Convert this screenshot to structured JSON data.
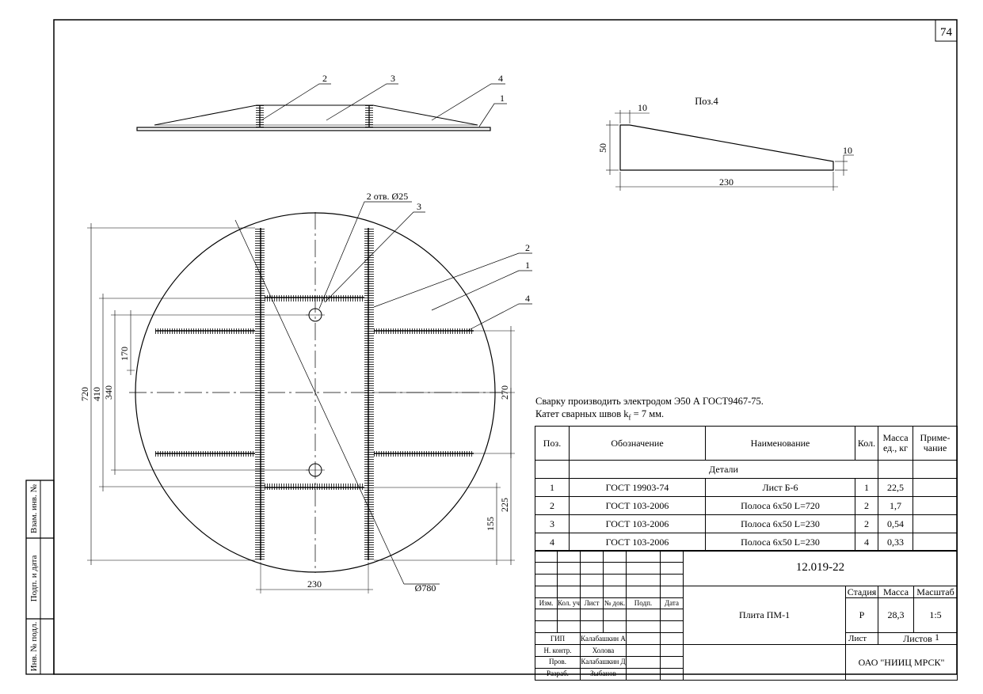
{
  "sheet_number": "74",
  "side_stamp": [
    "Инв. № подл.",
    "Подп. и дата",
    "Взам. инв. №"
  ],
  "top_view": {
    "leaders": [
      "2",
      "3",
      "4",
      "1"
    ]
  },
  "detail": {
    "title": "Поз.4",
    "dims": {
      "top": "10",
      "height": "50",
      "end": "10",
      "length": "230"
    }
  },
  "plan_view": {
    "hole_label": "2 отв. Ø25",
    "leaders": [
      "3",
      "2",
      "1",
      "4"
    ],
    "dims": {
      "d720": "720",
      "d410": "410",
      "d340": "340",
      "d170": "170",
      "d270": "270",
      "d225": "225",
      "d155": "155",
      "d230": "230",
      "dia": "Ø780"
    }
  },
  "notes": {
    "line1": "Сварку производить электродом Э50 А ГОСТ9467-75.",
    "line2_pre": "Катет сварных швов k",
    "line2_sub": "f",
    "line2_post": " = 7 мм."
  },
  "spec": {
    "headers": {
      "pos": "Поз.",
      "designation": "Обозначение",
      "name": "Наименование",
      "qty": "Кол.",
      "mass": "Масса ед., кг",
      "note": "Приме-чание"
    },
    "section": "Детали",
    "rows": [
      {
        "pos": "1",
        "designation": "ГОСТ 19903-74",
        "name": "Лист Б-6",
        "qty": "1",
        "mass": "22,5",
        "note": ""
      },
      {
        "pos": "2",
        "designation": "ГОСТ 103-2006",
        "name": "Полоса 6х50 L=720",
        "qty": "2",
        "mass": "1,7",
        "note": ""
      },
      {
        "pos": "3",
        "designation": "ГОСТ 103-2006",
        "name": "Полоса 6х50 L=230",
        "qty": "2",
        "mass": "0,54",
        "note": ""
      },
      {
        "pos": "4",
        "designation": "ГОСТ 103-2006",
        "name": "Полоса 6х50 L=230",
        "qty": "4",
        "mass": "0,33",
        "note": ""
      }
    ]
  },
  "title_block": {
    "code": "12.019-22",
    "col_headers": [
      "Изм.",
      "Кол. уч.",
      "Лист",
      "№ док.",
      "Подп.",
      "Дата"
    ],
    "object_name": "Плита ПМ-1",
    "stage_label": "Стадия",
    "mass_label": "Масса",
    "scale_label": "Масштаб",
    "stage": "Р",
    "mass": "28,3",
    "scale": "1:5",
    "sheet_label": "Лист",
    "sheets_label": "Листов",
    "sheets": "1",
    "org": "ОАО \"НИИЦ МРСК\"",
    "signers": [
      {
        "role": "ГИП",
        "name": "Калабашкин А"
      },
      {
        "role": "Н. контр.",
        "name": "Холова"
      },
      {
        "role": "Пров.",
        "name": "Калабашкин Д"
      },
      {
        "role": "Разраб.",
        "name": "Зыбанов"
      }
    ]
  }
}
